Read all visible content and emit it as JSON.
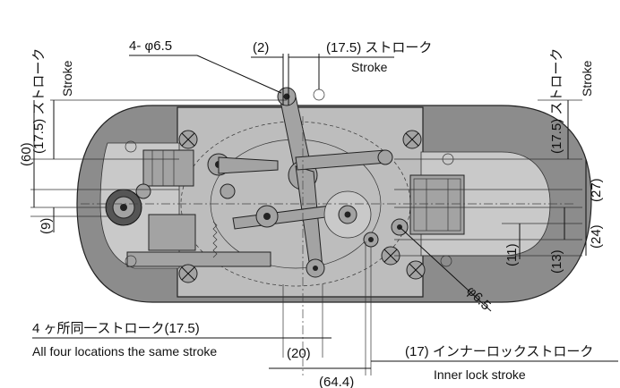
{
  "labels": {
    "holes": "4- φ6.5",
    "d2": "(2)",
    "stroke_top_jp": "(17.5) ストローク",
    "stroke_top_en": "Stroke",
    "left_stroke_jp": "(17.5) ストローク",
    "left_stroke_en": "Stroke",
    "right_stroke_jp": "(17.5) ストローク",
    "right_stroke_en": "Stroke",
    "d60": "(60)",
    "d9": "(9)",
    "d27": "(27)",
    "d24": "(24)",
    "d11": "(11)",
    "d13": "(13)",
    "phi65": "φ6.5",
    "all_four_jp": "4 ヶ所同一ストローク(17.5)",
    "all_four_en": "All four locations the same stroke",
    "d20": "(20)",
    "d644": "(64.4)",
    "inner_lock_jp": "(17) インナーロックストローク",
    "inner_lock_en": "Inner lock stroke"
  },
  "colors": {
    "body": "#8c8c8c",
    "plate": "#bdbdbd",
    "line": "#111111"
  }
}
